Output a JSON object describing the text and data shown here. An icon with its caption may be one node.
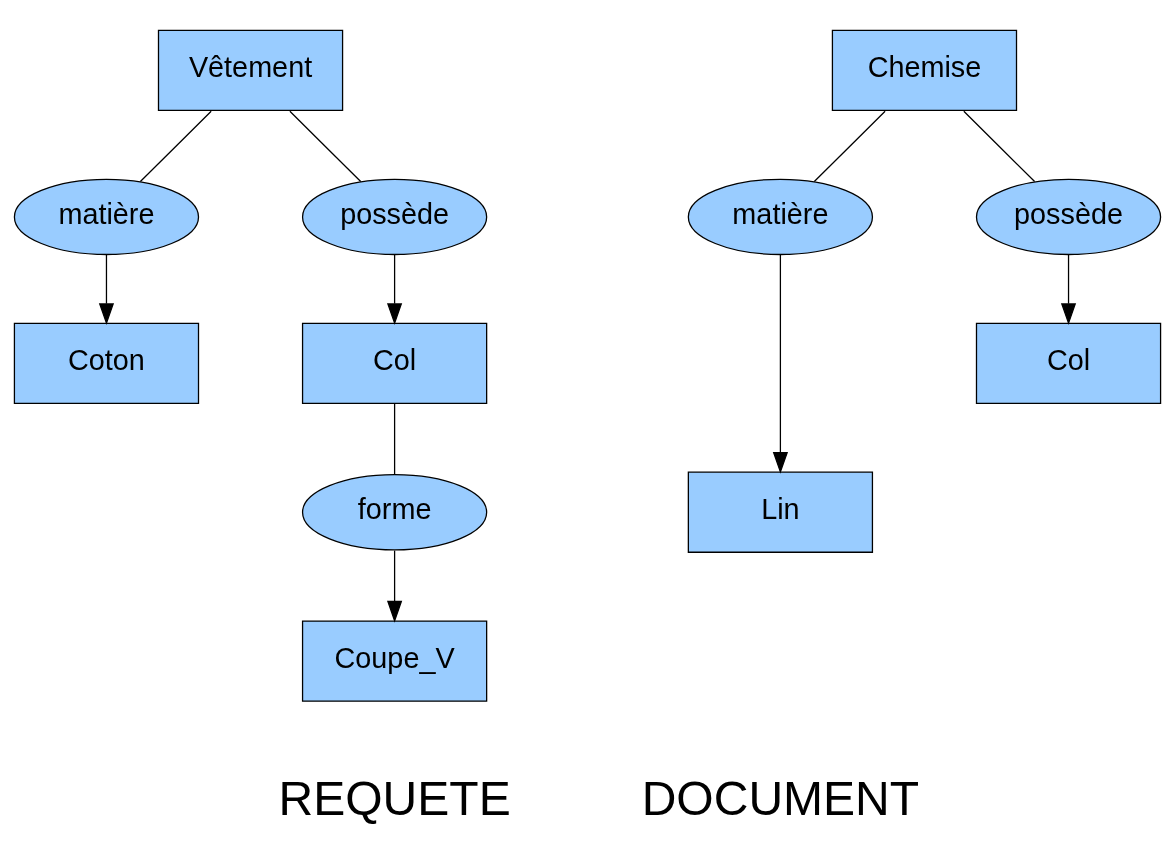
{
  "diagram": {
    "nodes": [
      {
        "text": [
          "Vêtement"
        ]
      },
      {
        "text": [
          "matière"
        ]
      },
      {
        "text": [
          "possède"
        ]
      },
      {
        "text": [
          "Coton"
        ]
      },
      {
        "text": [
          "Col"
        ]
      },
      {
        "text": [
          "forme"
        ]
      },
      {
        "text": [
          "Coupe_V"
        ]
      },
      {
        "text": [
          "Chemise"
        ]
      },
      {
        "text": [
          "matière"
        ]
      },
      {
        "text": [
          "possède"
        ]
      },
      {
        "text": [
          "Lin"
        ]
      },
      {
        "text": [
          "Col"
        ]
      }
    ],
    "edges": [
      {
        "from": 0,
        "to": 1,
        "arrow": "none"
      },
      {
        "from": 0,
        "to": 2,
        "arrow": "none"
      },
      {
        "from": 1,
        "to": 3,
        "arrow": "to"
      },
      {
        "from": 2,
        "to": 4,
        "arrow": "to"
      },
      {
        "from": 4,
        "to": 5,
        "arrow": "none"
      },
      {
        "from": 5,
        "to": 6,
        "arrow": "to"
      },
      {
        "from": 7,
        "to": 8,
        "arrow": "none"
      },
      {
        "from": 7,
        "to": 9,
        "arrow": "none"
      },
      {
        "from": 8,
        "to": 10,
        "arrow": "to"
      },
      {
        "from": 9,
        "to": 11,
        "arrow": "to"
      }
    ],
    "labels": [
      "REQUETE",
      "DOCUMENT"
    ]
  }
}
